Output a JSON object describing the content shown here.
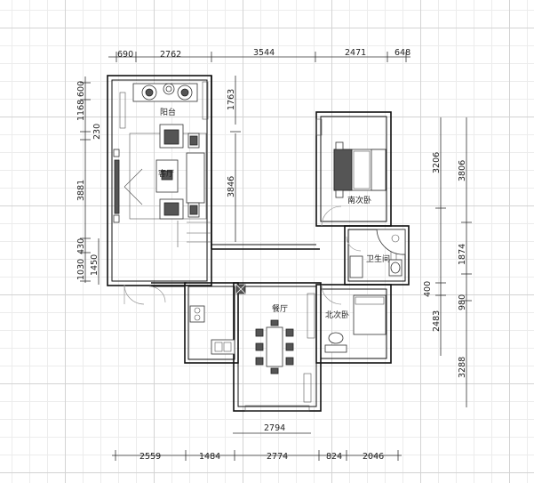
{
  "rooms": {
    "balcony": "阳台",
    "living_room": "客厅",
    "south_bedroom": "南次卧",
    "bathroom": "卫生间",
    "north_bedroom": "北次卧",
    "dining_room": "餐厅"
  },
  "dimensions": {
    "top": [
      "690",
      "2762",
      "3544",
      "2471",
      "648"
    ],
    "left": [
      "600",
      "1168",
      "230",
      "3881",
      "430",
      "1030",
      "1450"
    ],
    "inner": [
      "1763",
      "3846",
      "2794"
    ],
    "right_inner": [
      "3206",
      "400",
      "2483"
    ],
    "right_outer": [
      "3806",
      "1874",
      "980",
      "3288"
    ],
    "bottom": [
      "2559",
      "1484",
      "2774",
      "824",
      "2046"
    ]
  },
  "colors": {
    "wall": "#111111",
    "grid_major": "#d3d3d3",
    "grid_minor": "#ececec"
  }
}
